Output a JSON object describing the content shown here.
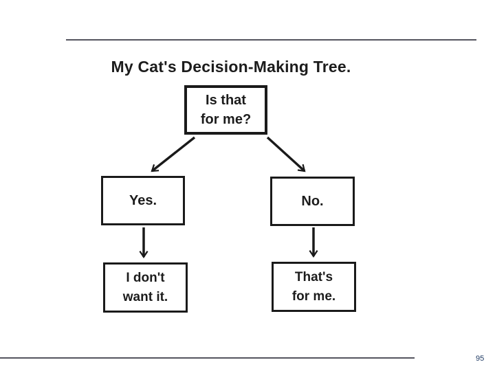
{
  "slide": {
    "page_number": "95"
  },
  "flowchart": {
    "title": "My Cat's Decision-Making Tree.",
    "type": "decision-tree",
    "nodes": {
      "question": "Is that\nfor me?",
      "yes": "Yes.",
      "no": "No.",
      "yes_outcome": "I don't\nwant it.",
      "no_outcome": "That's\nfor me."
    },
    "edges": [
      {
        "from": "question",
        "to": "yes"
      },
      {
        "from": "question",
        "to": "no"
      },
      {
        "from": "yes",
        "to": "yes_outcome"
      },
      {
        "from": "no",
        "to": "no_outcome"
      }
    ]
  },
  "colors": {
    "diagram_ink": "#1a1a1a",
    "rule_line": "#54545e",
    "page_number_text": "#1f3a63",
    "background": "#ffffff"
  }
}
